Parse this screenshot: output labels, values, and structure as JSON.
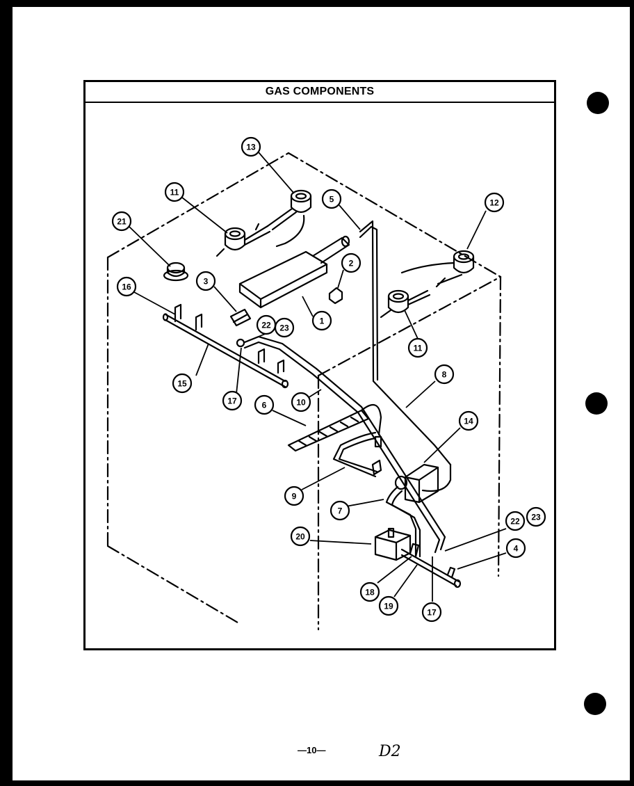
{
  "title": "GAS COMPONENTS",
  "callouts": [
    "13",
    "11",
    "21",
    "5",
    "12",
    "2",
    "3",
    "16",
    "1",
    "22",
    "23",
    "11",
    "15",
    "17",
    "10",
    "6",
    "8",
    "14",
    "9",
    "7",
    "20",
    "22",
    "23",
    "4",
    "18",
    "19",
    "17"
  ],
  "footer": {
    "page_number": "—10—",
    "code": "D2"
  }
}
